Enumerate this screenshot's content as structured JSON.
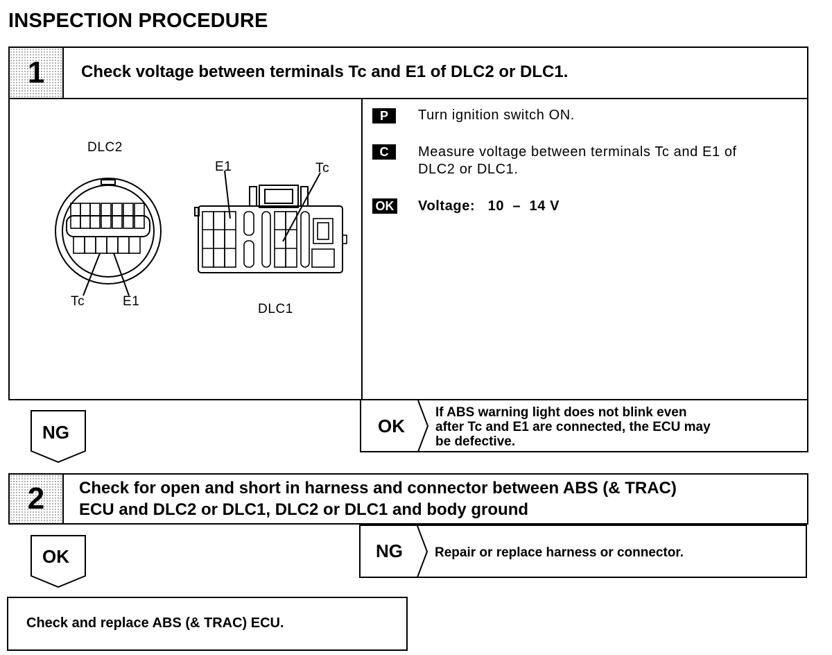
{
  "heading": "INSPECTION PROCEDURE",
  "step1": {
    "number": "1",
    "title": "Check voltage between terminals Tc and E1 of DLC2 or DLC1.",
    "diagram": {
      "dlc2_label": "DLC2",
      "dlc2_tc": "Tc",
      "dlc2_e1": "E1",
      "dlc1_label": "DLC1",
      "dlc1_e1": "E1",
      "dlc1_tc": "Tc"
    },
    "instructions": [
      {
        "badge": "P",
        "text": "Turn ignition switch ON."
      },
      {
        "badge": "C",
        "text_line1": "Measure voltage between terminals Tc and E1 of",
        "text_line2": "DLC2 or DLC1."
      },
      {
        "badge": "OK",
        "text": "Voltage:   10  –  14 V"
      }
    ]
  },
  "result1_ng": "NG",
  "result1_ok": {
    "label": "OK",
    "line1": "If ABS warning light does not blink even",
    "line2": "after Tc and E1 are connected, the ECU may",
    "line3": "be defective."
  },
  "step2": {
    "number": "2",
    "line1": "Check for open and short in harness and connector between ABS (& TRAC)",
    "line2": "ECU and DLC2 or DLC1, DLC2 or DLC1 and body ground"
  },
  "result2_ok": "OK",
  "result2_ng": {
    "label": "NG",
    "text": "Repair or replace harness or connector."
  },
  "final_box": "Check and replace ABS (& TRAC) ECU."
}
